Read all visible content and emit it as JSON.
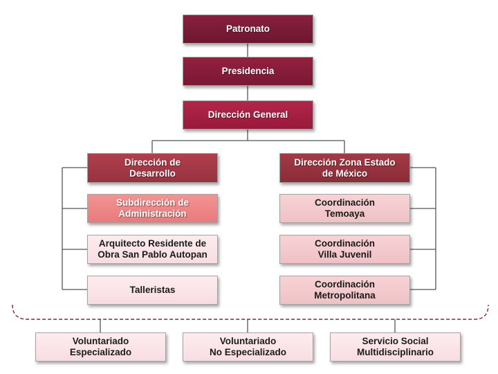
{
  "colors": {
    "connector": "#555555",
    "dashed_bracket": "#8a1f3d"
  },
  "boxes": {
    "patronato": "Patronato",
    "presidencia": "Presidencia",
    "direccion_general": "Dirección General",
    "direccion_desarrollo": "Dirección de\nDesarrollo",
    "direccion_zona": "Dirección Zona Estado\nde México",
    "subdireccion_admin": "Subdirección de\nAdministración",
    "arquitecto": "Arquitecto Residente de\nObra San Pablo Autopan",
    "talleristas": "Talleristas",
    "coord_temoaya": "Coordinación\nTemoaya",
    "coord_villa": "Coordinación\nVilla Juvenil",
    "coord_metro": "Coordinación\nMetropolitana",
    "vol_especializado": "Voluntariado\nEspecializado",
    "vol_no_especializado": "Voluntariado\nNo Especializado",
    "servicio_social": "Servicio Social\nMultidisciplinario"
  }
}
